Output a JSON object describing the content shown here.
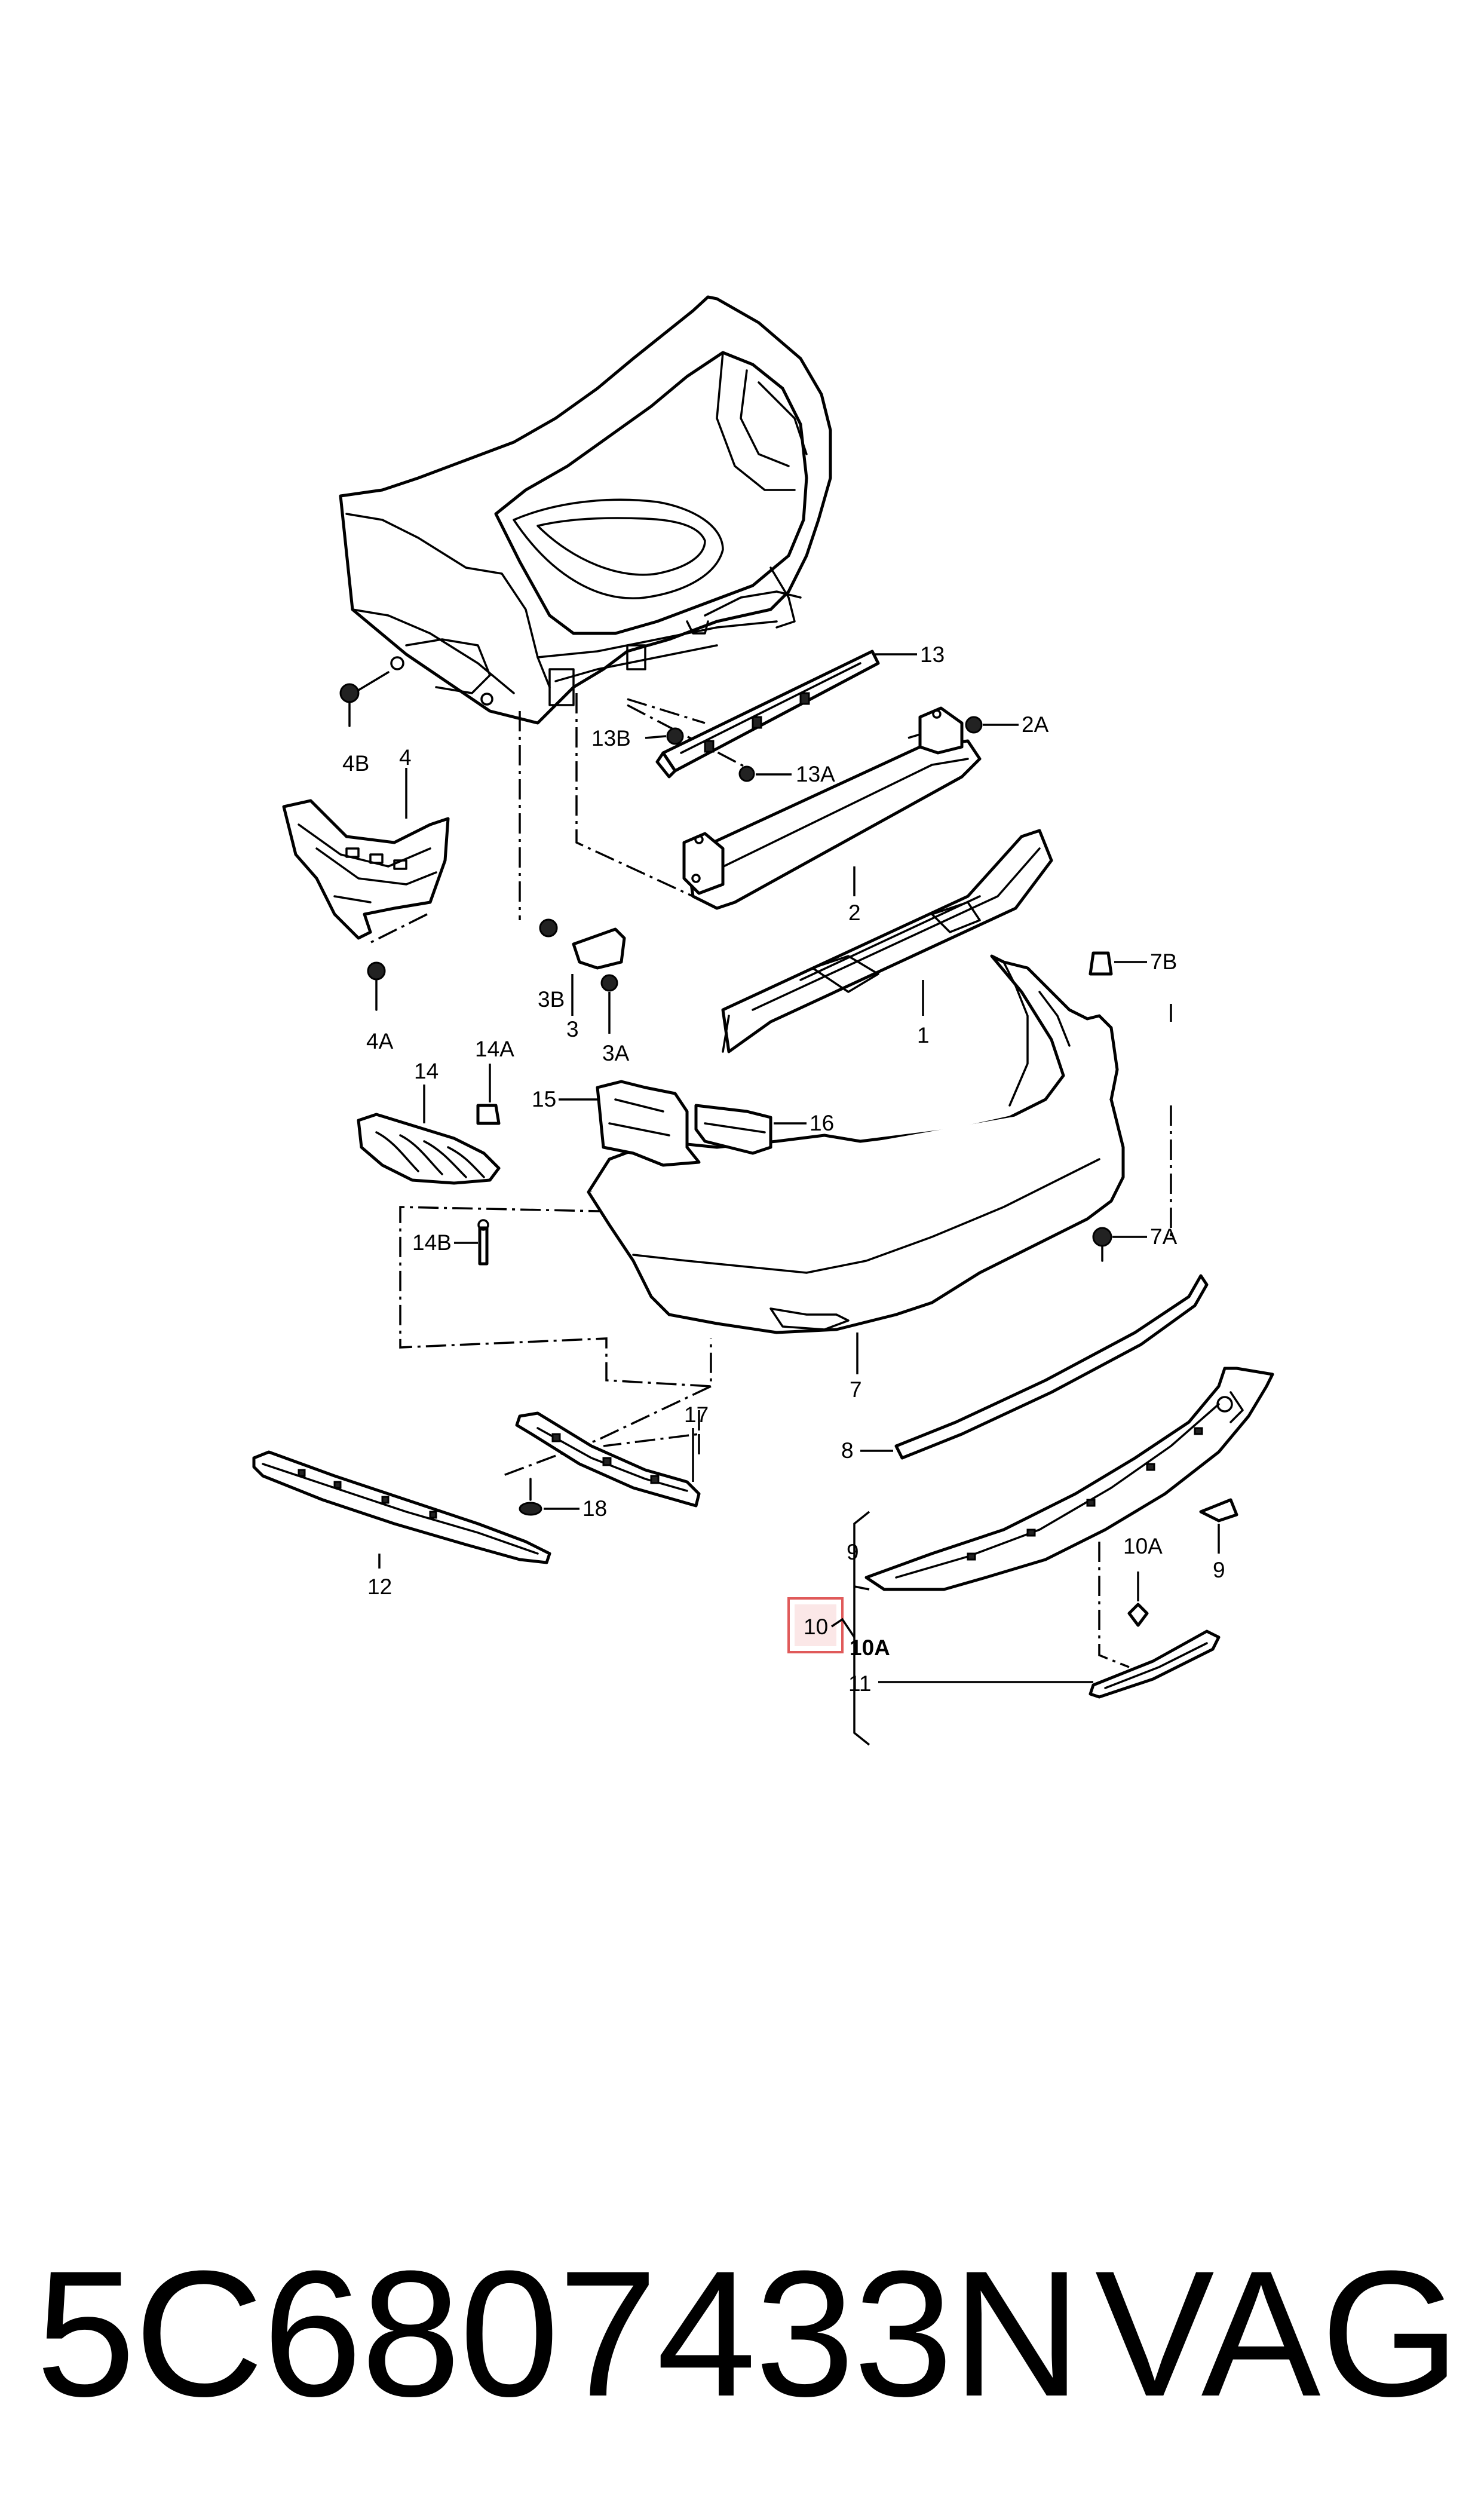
{
  "labels": {
    "l13": "13",
    "l13B": "13B",
    "l13A": "13A",
    "l2A": "2A",
    "l2": "2",
    "l4": "4",
    "l4B": "4B",
    "l4A": "4A",
    "l3B": "3B",
    "l3": "3",
    "l3A": "3A",
    "l1": "1",
    "l7B": "7B",
    "l7A": "7A",
    "l7": "7",
    "l14": "14",
    "l14A": "14A",
    "l14B": "14B",
    "l15": "15",
    "l16": "16",
    "l17": "17",
    "l18": "18",
    "l12": "12",
    "l8": "8",
    "l9a": "9",
    "l9b": "9",
    "l10A_top": "10A",
    "l10": "10",
    "l10A": "10A",
    "l11": "11"
  },
  "footer": {
    "part_number": "5C6807433N",
    "brand": "VAG"
  },
  "highlight_color": "#e05a5a"
}
